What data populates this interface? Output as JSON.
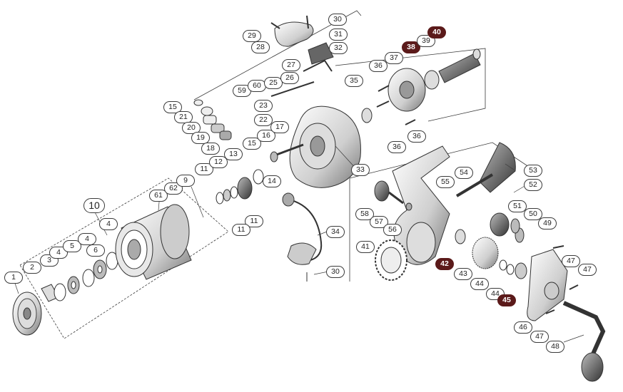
{
  "diagram": {
    "callouts": [
      {
        "id": "1",
        "label": "1",
        "style": "normal"
      },
      {
        "id": "2",
        "label": "2",
        "style": "normal"
      },
      {
        "id": "3",
        "label": "3",
        "style": "normal"
      },
      {
        "id": "4a",
        "label": "4",
        "style": "normal"
      },
      {
        "id": "5",
        "label": "5",
        "style": "normal"
      },
      {
        "id": "4b",
        "label": "4",
        "style": "normal"
      },
      {
        "id": "6",
        "label": "6",
        "style": "normal"
      },
      {
        "id": "4c",
        "label": "4",
        "style": "normal"
      },
      {
        "id": "10",
        "label": "10",
        "style": "big"
      },
      {
        "id": "61",
        "label": "61",
        "style": "normal"
      },
      {
        "id": "62",
        "label": "62",
        "style": "normal"
      },
      {
        "id": "9",
        "label": "9",
        "style": "normal"
      },
      {
        "id": "11a",
        "label": "11",
        "style": "normal"
      },
      {
        "id": "12",
        "label": "12",
        "style": "normal"
      },
      {
        "id": "13",
        "label": "13",
        "style": "normal"
      },
      {
        "id": "11b",
        "label": "11",
        "style": "normal"
      },
      {
        "id": "11c",
        "label": "11",
        "style": "normal"
      },
      {
        "id": "14",
        "label": "14",
        "style": "normal"
      },
      {
        "id": "15a",
        "label": "15",
        "style": "normal"
      },
      {
        "id": "21",
        "label": "21",
        "style": "normal"
      },
      {
        "id": "20",
        "label": "20",
        "style": "normal"
      },
      {
        "id": "19",
        "label": "19",
        "style": "normal"
      },
      {
        "id": "18",
        "label": "18",
        "style": "normal"
      },
      {
        "id": "15b",
        "label": "15",
        "style": "normal"
      },
      {
        "id": "16",
        "label": "16",
        "style": "normal"
      },
      {
        "id": "17",
        "label": "17",
        "style": "normal"
      },
      {
        "id": "22",
        "label": "22",
        "style": "normal"
      },
      {
        "id": "23",
        "label": "23",
        "style": "normal"
      },
      {
        "id": "59",
        "label": "59",
        "style": "normal"
      },
      {
        "id": "60",
        "label": "60",
        "style": "normal"
      },
      {
        "id": "25",
        "label": "25",
        "style": "normal"
      },
      {
        "id": "26",
        "label": "26",
        "style": "normal"
      },
      {
        "id": "27",
        "label": "27",
        "style": "normal"
      },
      {
        "id": "28",
        "label": "28",
        "style": "normal"
      },
      {
        "id": "29",
        "label": "29",
        "style": "normal"
      },
      {
        "id": "30a",
        "label": "30",
        "style": "normal"
      },
      {
        "id": "31",
        "label": "31",
        "style": "normal"
      },
      {
        "id": "32",
        "label": "32",
        "style": "normal"
      },
      {
        "id": "33",
        "label": "33",
        "style": "normal"
      },
      {
        "id": "34",
        "label": "34",
        "style": "normal"
      },
      {
        "id": "30b",
        "label": "30",
        "style": "normal"
      },
      {
        "id": "35",
        "label": "35",
        "style": "normal"
      },
      {
        "id": "36a",
        "label": "36",
        "style": "normal"
      },
      {
        "id": "37",
        "label": "37",
        "style": "normal"
      },
      {
        "id": "38",
        "label": "38",
        "style": "dark"
      },
      {
        "id": "39",
        "label": "39",
        "style": "normal"
      },
      {
        "id": "40",
        "label": "40",
        "style": "dark"
      },
      {
        "id": "36b",
        "label": "36",
        "style": "normal"
      },
      {
        "id": "36c",
        "label": "36",
        "style": "normal"
      },
      {
        "id": "53",
        "label": "53",
        "style": "normal"
      },
      {
        "id": "54",
        "label": "54",
        "style": "normal"
      },
      {
        "id": "55",
        "label": "55",
        "style": "normal"
      },
      {
        "id": "52",
        "label": "52",
        "style": "normal"
      },
      {
        "id": "51",
        "label": "51",
        "style": "normal"
      },
      {
        "id": "50",
        "label": "50",
        "style": "normal"
      },
      {
        "id": "49",
        "label": "49",
        "style": "normal"
      },
      {
        "id": "58",
        "label": "58",
        "style": "normal"
      },
      {
        "id": "57",
        "label": "57",
        "style": "normal"
      },
      {
        "id": "56",
        "label": "56",
        "style": "normal"
      },
      {
        "id": "41",
        "label": "41",
        "style": "normal"
      },
      {
        "id": "42",
        "label": "42",
        "style": "dark"
      },
      {
        "id": "43",
        "label": "43",
        "style": "normal"
      },
      {
        "id": "44a",
        "label": "44",
        "style": "normal"
      },
      {
        "id": "44b",
        "label": "44",
        "style": "normal"
      },
      {
        "id": "45",
        "label": "45",
        "style": "dark"
      },
      {
        "id": "46",
        "label": "46",
        "style": "normal"
      },
      {
        "id": "47a",
        "label": "47",
        "style": "normal"
      },
      {
        "id": "47b",
        "label": "47",
        "style": "normal"
      },
      {
        "id": "47c",
        "label": "47",
        "style": "normal"
      },
      {
        "id": "48",
        "label": "48",
        "style": "normal"
      }
    ],
    "colors": {
      "line": "#3a3a3a",
      "dark_callout": "#5b1a1a",
      "part_fill": "#f1f1f1",
      "part_shade": "#8a8a8a"
    }
  }
}
